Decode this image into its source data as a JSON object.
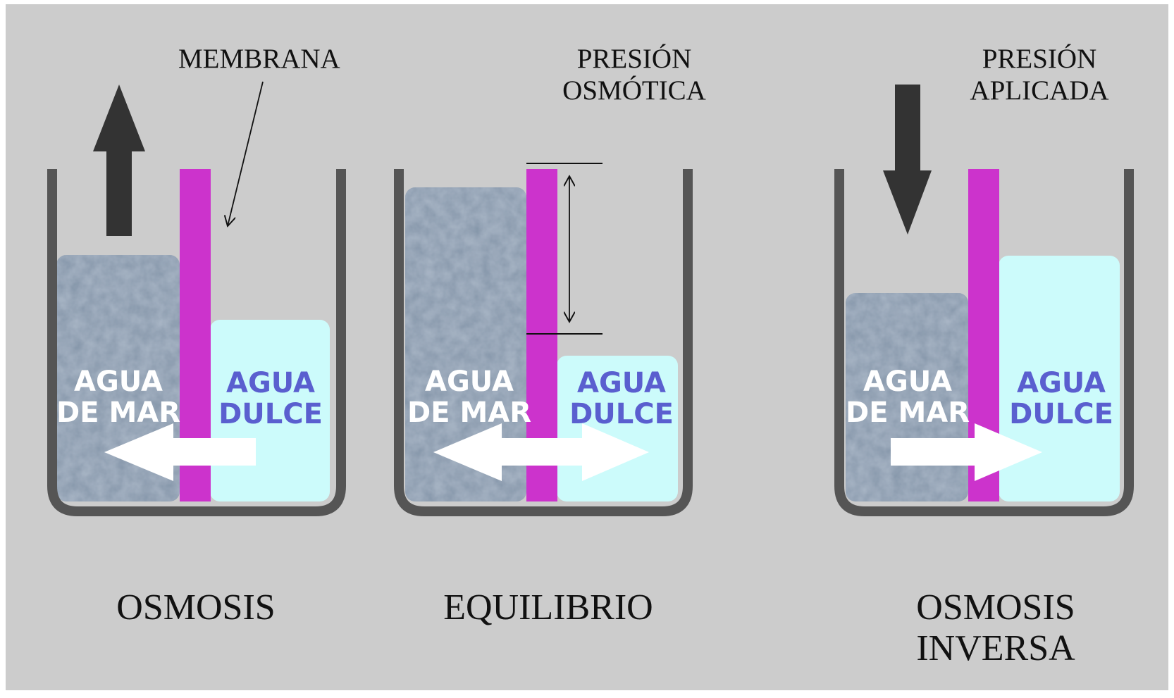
{
  "colors": {
    "background": "#cccccc",
    "page_border": "#ffffff",
    "container": "#555555",
    "membrane": "#cc33cc",
    "seawater": "#8394a8",
    "freshwater": "#ccfbfb",
    "seawater_text": "#ffffff",
    "freshwater_text": "#5a5fcf",
    "arrow_dark": "#333333",
    "arrow_light": "#ffffff"
  },
  "labels": {
    "membrane": "MEMBRANA",
    "osmotic_pressure_line1": "PRESIÓN",
    "osmotic_pressure_line2": "OSMÓTICA",
    "applied_pressure_line1": "PRESIÓN",
    "applied_pressure_line2": "APLICADA"
  },
  "panels": [
    {
      "title_line1": "OSMOSIS",
      "title_line2": "",
      "seawater_line1": "AGUA",
      "seawater_line2": "DE MAR",
      "freshwater_line1": "AGUA",
      "freshwater_line2": "DULCE",
      "flow_direction": "fresh-to-sea",
      "external_arrow": "up"
    },
    {
      "title_line1": "EQUILIBRIO",
      "title_line2": "",
      "seawater_line1": "AGUA",
      "seawater_line2": "DE MAR",
      "freshwater_line1": "AGUA",
      "freshwater_line2": "DULCE",
      "flow_direction": "both",
      "external_arrow": "none"
    },
    {
      "title_line1": "OSMOSIS",
      "title_line2": "INVERSA",
      "seawater_line1": "AGUA",
      "seawater_line2": "DE MAR",
      "freshwater_line1": "AGUA",
      "freshwater_line2": "DULCE",
      "flow_direction": "sea-to-fresh",
      "external_arrow": "down"
    }
  ]
}
